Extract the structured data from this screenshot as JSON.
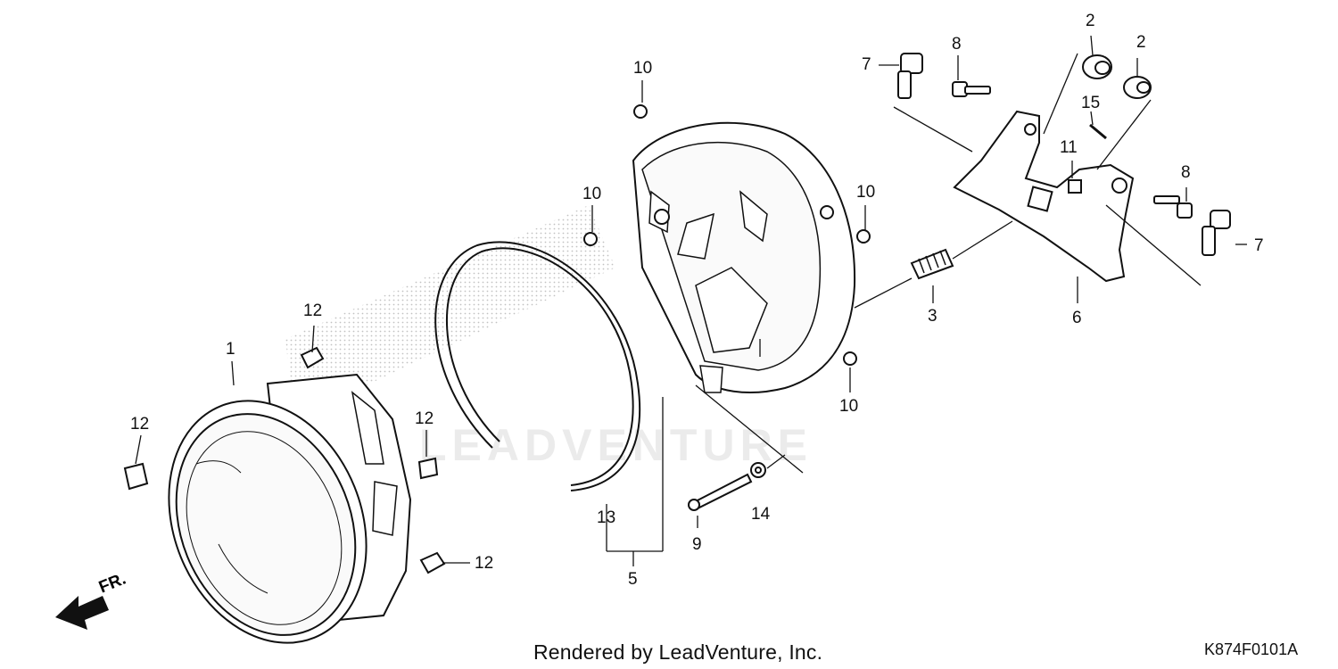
{
  "footer": {
    "credit": "Rendered by LeadVenture, Inc.",
    "diagram_code": "K874F0101A",
    "watermark": "LEADVENTURE"
  },
  "direction_indicator": {
    "label": "FR."
  },
  "callouts": {
    "c1": "1",
    "c2a": "2",
    "c2b": "2",
    "c3": "3",
    "c5": "5",
    "c6": "6",
    "c7a": "7",
    "c7b": "7",
    "c8a": "8",
    "c8b": "8",
    "c9": "9",
    "c10a": "10",
    "c10b": "10",
    "c10c": "10",
    "c10d": "10",
    "c11": "11",
    "c12a": "12",
    "c12b": "12",
    "c12c": "12",
    "c12d": "12",
    "c13": "13",
    "c14": "14",
    "c15": "15"
  }
}
